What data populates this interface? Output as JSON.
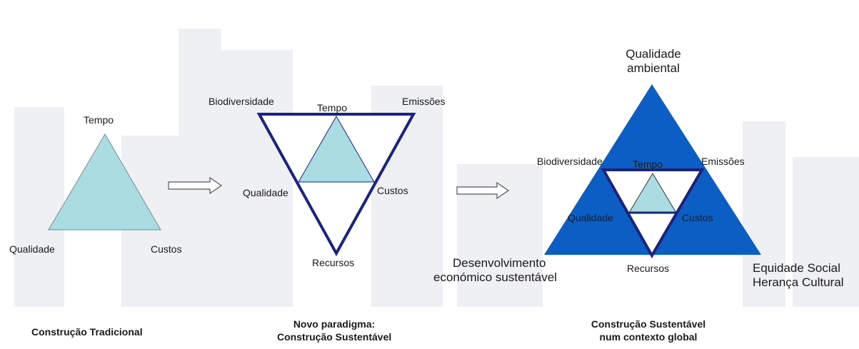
{
  "colors": {
    "light_triangle": "#a9dde1",
    "dark_blue": "#0b5fc4",
    "outline_navy": "#1a237e",
    "skyline": "#eef0f3"
  },
  "panel1": {
    "top": "Tempo",
    "left": "Qualidade",
    "right": "Custos",
    "caption": "Construção Tradicional"
  },
  "panel2": {
    "top_left": "Biodiversidade",
    "top": "Tempo",
    "top_right": "Emissões",
    "left": "Qualidade",
    "right": "Custos",
    "bottom": "Recursos",
    "caption_line1": "Novo paradigma:",
    "caption_line2": "Construção Sustentável"
  },
  "panel3": {
    "apex_line1": "Qualidade",
    "apex_line2": "ambiental",
    "top_left": "Biodiversidade",
    "top": "Tempo",
    "top_right": "Emissões",
    "left": "Qualidade",
    "right": "Custos",
    "bottom": "Recursos",
    "bottom_left_line1": "Desenvolvimento",
    "bottom_left_line2": "económico sustentável",
    "bottom_right_line1": "Equidade Social",
    "bottom_right_line2": "Herança Cultural",
    "caption_line1": "Construção Sustentável",
    "caption_line2": "num contexto global"
  }
}
